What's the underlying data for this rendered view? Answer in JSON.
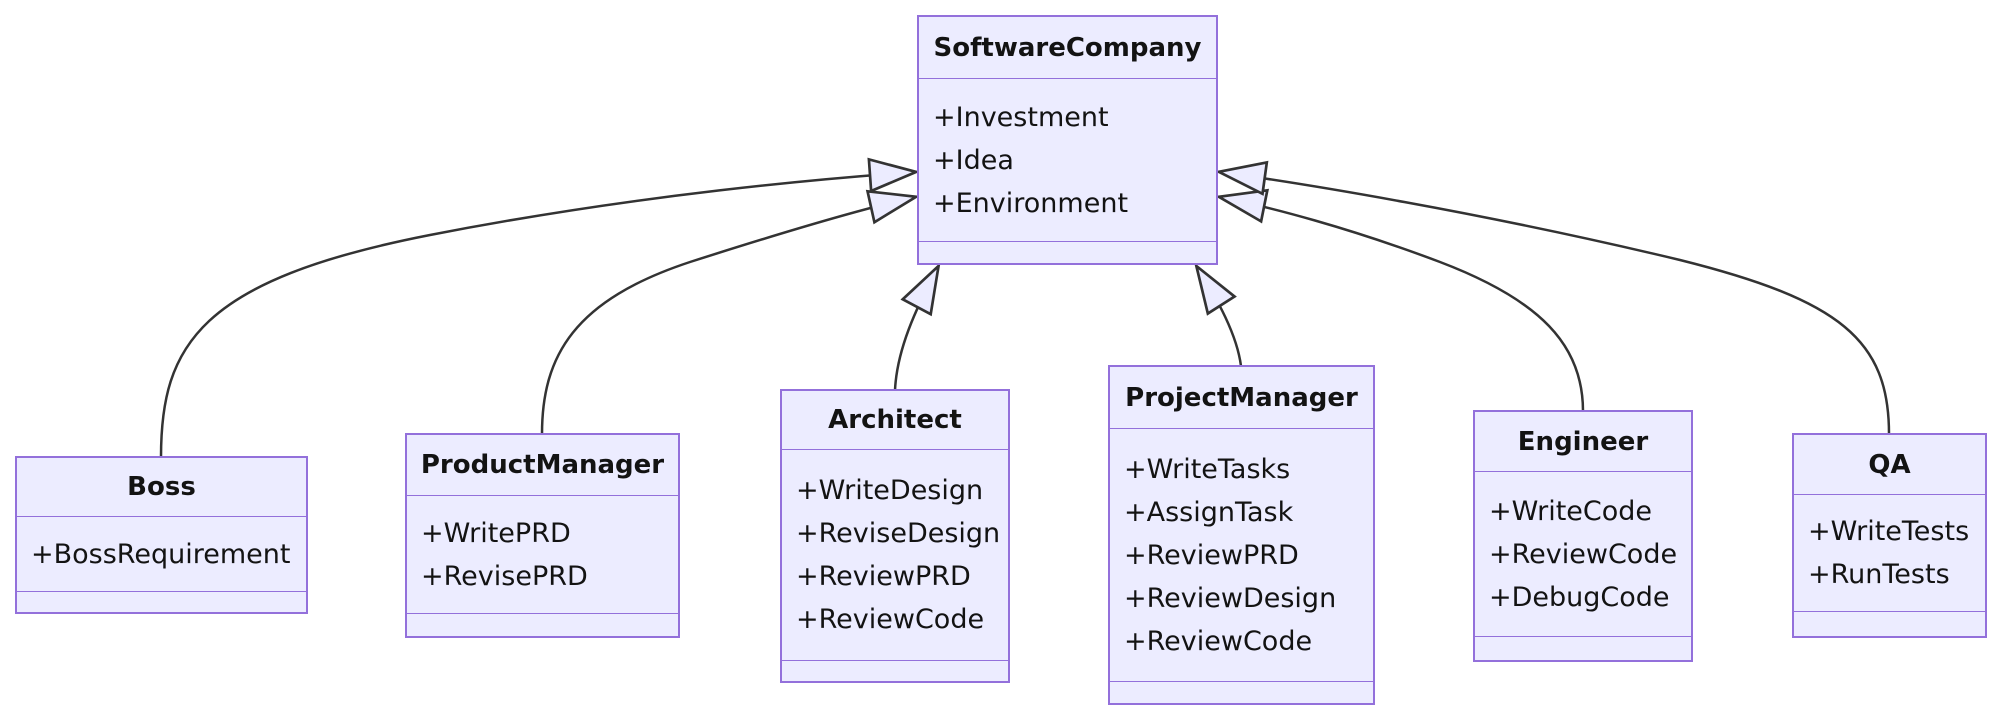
{
  "diagram": {
    "type": "uml-class-diagram",
    "classes": [
      {
        "id": "SoftwareCompany",
        "name": "SoftwareCompany",
        "members": [
          "+Investment",
          "+Idea",
          "+Environment"
        ]
      },
      {
        "id": "Boss",
        "name": "Boss",
        "members": [
          "+BossRequirement"
        ]
      },
      {
        "id": "ProductManager",
        "name": "ProductManager",
        "members": [
          "+WritePRD",
          "+RevisePRD"
        ]
      },
      {
        "id": "Architect",
        "name": "Architect",
        "members": [
          "+WriteDesign",
          "+ReviseDesign",
          "+ReviewPRD",
          "+ReviewCode"
        ]
      },
      {
        "id": "ProjectManager",
        "name": "ProjectManager",
        "members": [
          "+WriteTasks",
          "+AssignTask",
          "+ReviewPRD",
          "+ReviewDesign",
          "+ReviewCode"
        ]
      },
      {
        "id": "Engineer",
        "name": "Engineer",
        "members": [
          "+WriteCode",
          "+ReviewCode",
          "+DebugCode"
        ]
      },
      {
        "id": "QA",
        "name": "QA",
        "members": [
          "+WriteTests",
          "+RunTests"
        ]
      }
    ],
    "relations": [
      {
        "from": "Boss",
        "to": "SoftwareCompany",
        "type": "inheritance"
      },
      {
        "from": "ProductManager",
        "to": "SoftwareCompany",
        "type": "inheritance"
      },
      {
        "from": "Architect",
        "to": "SoftwareCompany",
        "type": "inheritance"
      },
      {
        "from": "ProjectManager",
        "to": "SoftwareCompany",
        "type": "inheritance"
      },
      {
        "from": "Engineer",
        "to": "SoftwareCompany",
        "type": "inheritance"
      },
      {
        "from": "QA",
        "to": "SoftwareCompany",
        "type": "inheritance"
      }
    ],
    "colors": {
      "node_fill": "#ECECFF",
      "node_border": "#9370DB",
      "edge": "#333333",
      "text": "#131313",
      "background": "#FFFFFF"
    }
  }
}
